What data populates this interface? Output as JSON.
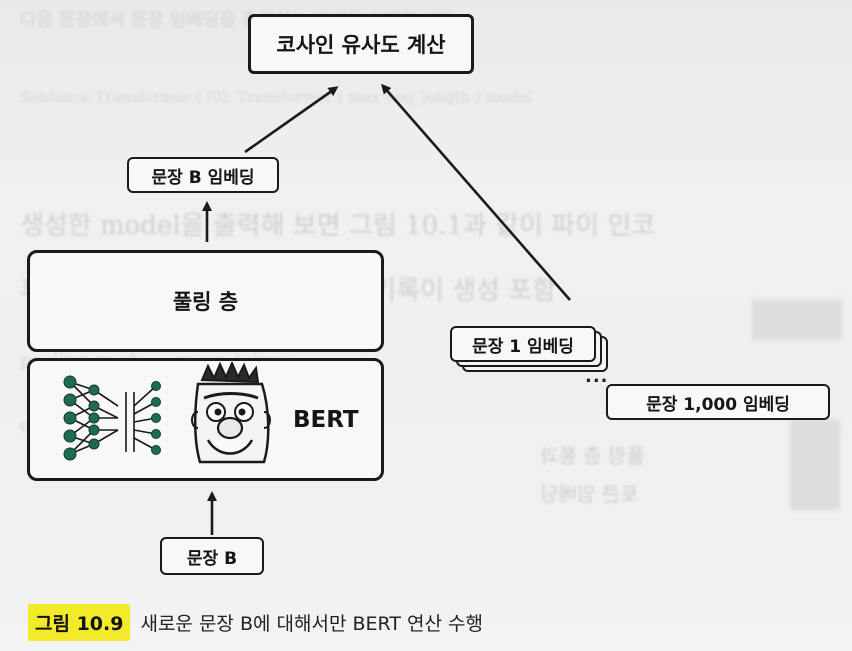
{
  "nodes": {
    "cosine_similarity": "코사인 유사도 계산",
    "embedding_b": "문장 B 임베딩",
    "pooling_layer": "풀링 층",
    "bert": "BERT",
    "sentence_b": "문장 B",
    "embedding_1": "문장 1 임베딩",
    "ellipsis": "...",
    "embedding_1000": "문장 1,000 임베딩"
  },
  "caption": {
    "tag": "그림 10.9",
    "text": "새로운 문장 B에 대해서만 BERT 연산 수행"
  },
  "colors": {
    "line": "#1a1a1a",
    "network": "#1f6b4f",
    "highlight": "#f3ea2a"
  }
}
